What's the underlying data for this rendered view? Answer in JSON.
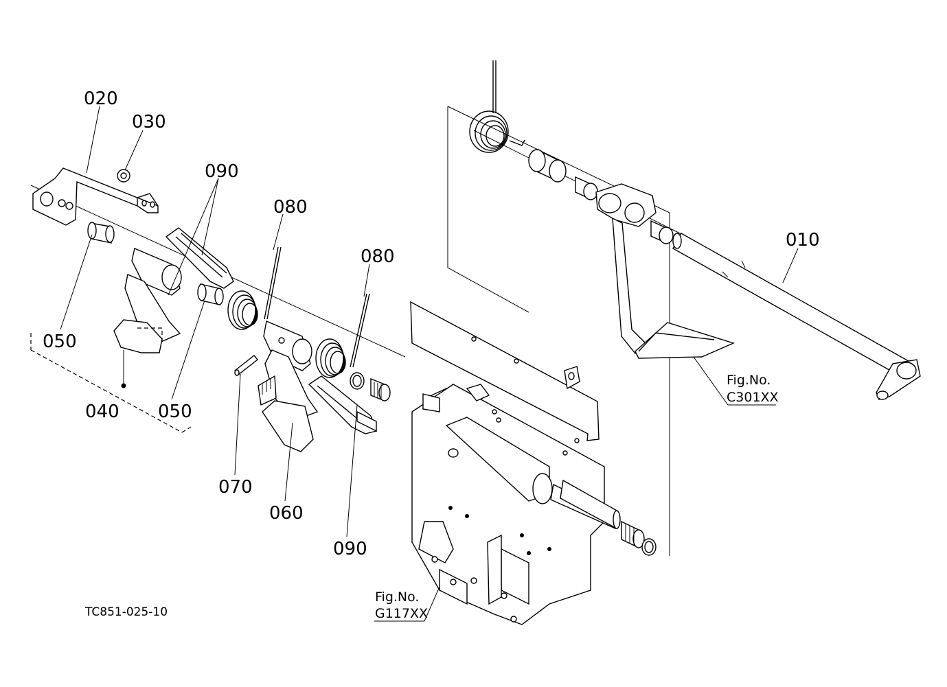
{
  "part_labels": [
    "010",
    "020",
    "030",
    "040",
    "050",
    "050",
    "060",
    "070",
    "080",
    "080",
    "090",
    "090"
  ],
  "figure_refs": [
    {
      "line1": "Fig.No.",
      "line2": "C301XX"
    },
    {
      "line1": "Fig.No.",
      "line2": "G117XX"
    }
  ],
  "drawing_code": "TC851-025-10"
}
